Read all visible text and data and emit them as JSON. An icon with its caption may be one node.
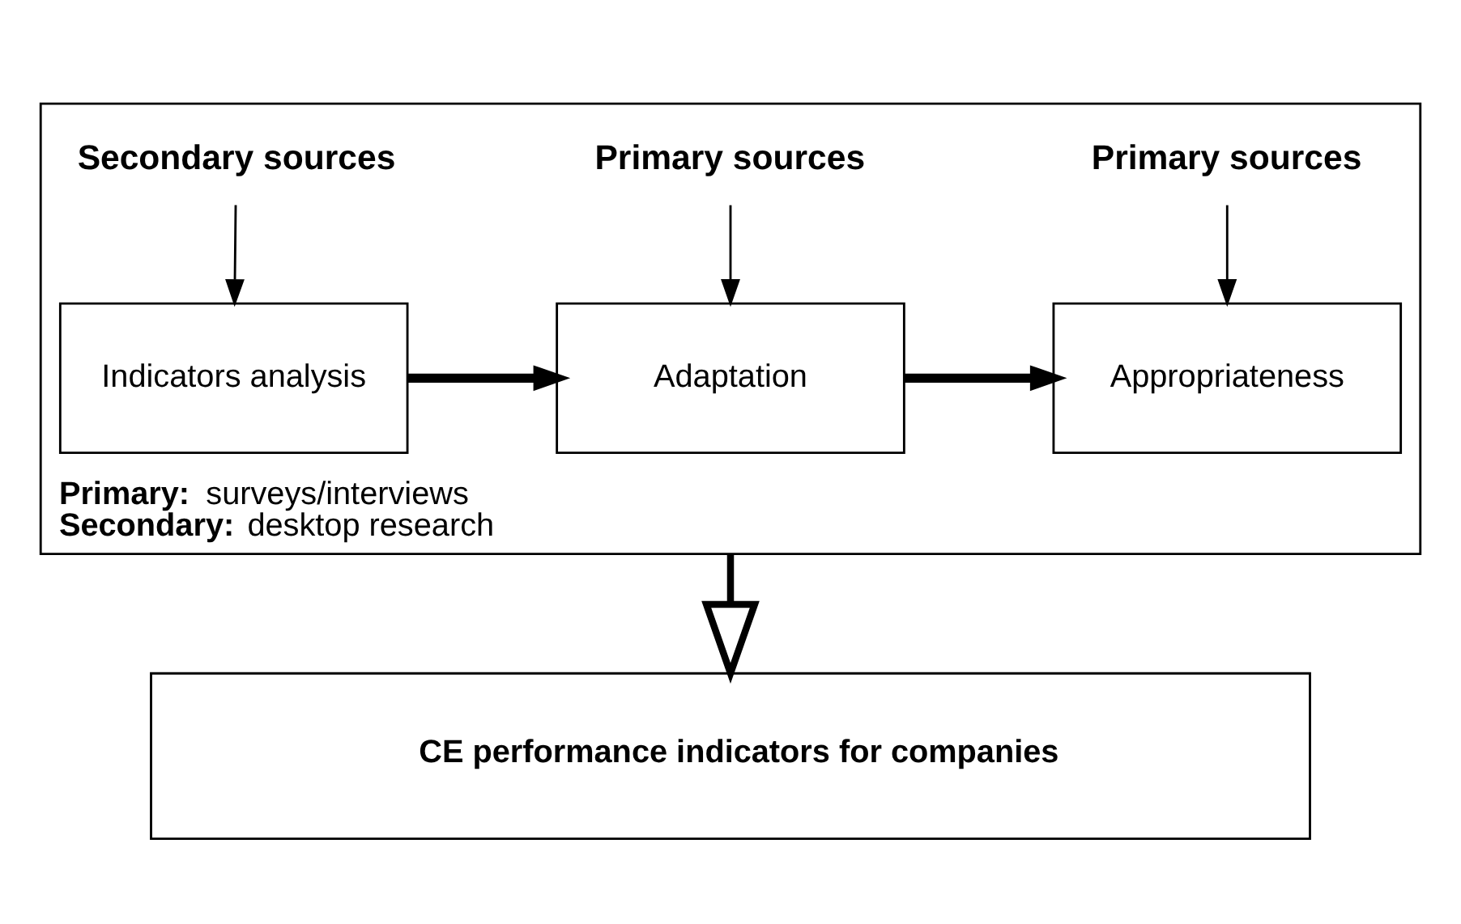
{
  "diagram": {
    "nodes": [
      {
        "text": [
          "**Primary:** surveys/interviews",
          "**Secondary:** desktop research"
        ]
      },
      {
        "text": [
          "Secondary sources"
        ],
        "in": 0
      },
      {
        "text": [
          "Primary sources"
        ],
        "in": 0
      },
      {
        "text": [
          "Primary sources"
        ],
        "in": 0
      },
      {
        "text": [
          "Indicators analysis"
        ],
        "in": 0
      },
      {
        "text": [
          "Adaptation"
        ],
        "in": 0
      },
      {
        "text": [
          "Appropriateness"
        ],
        "in": 0
      },
      {
        "text": [
          "CE performance indicators for companies"
        ]
      }
    ],
    "edges": [
      {
        "from": 1,
        "to": 4,
        "arrow": "to"
      },
      {
        "from": 2,
        "to": 5,
        "arrow": "to"
      },
      {
        "from": 3,
        "to": 6,
        "arrow": "to"
      },
      {
        "from": 4,
        "to": 5,
        "arrow": "to",
        "style": "thick"
      },
      {
        "from": 5,
        "to": 6,
        "arrow": "to",
        "style": "thick"
      },
      {
        "from": 0,
        "to": 7,
        "arrow": "to",
        "style": "thick"
      }
    ]
  }
}
